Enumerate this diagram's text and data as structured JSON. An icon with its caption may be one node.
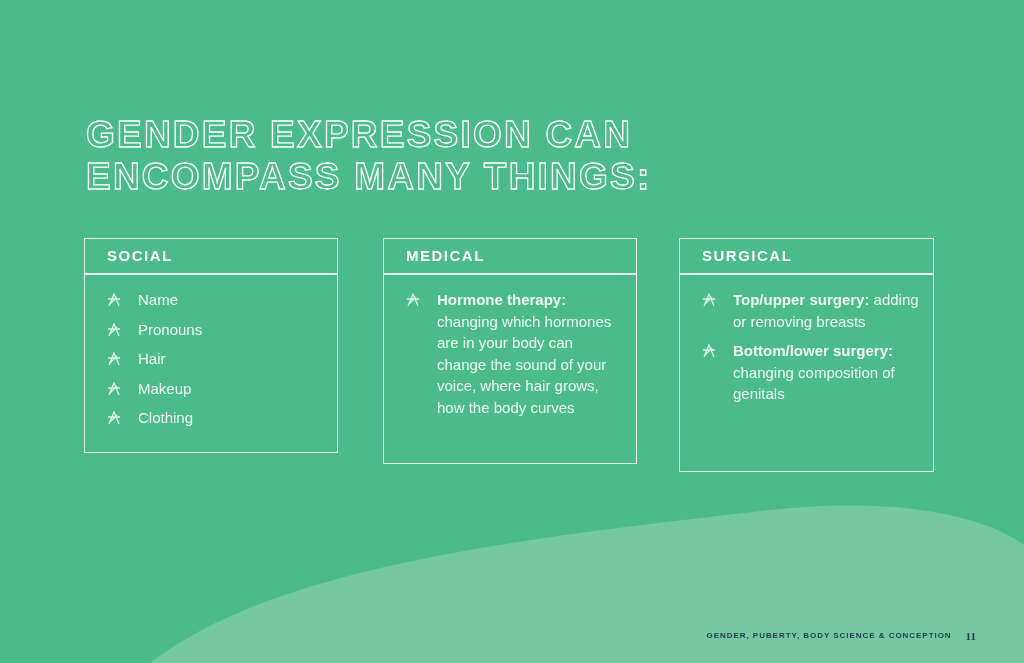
{
  "diagram": {
    "title": "GENDER EXPRESSION CAN ENCOMPASS MANY THINGS:",
    "nodes": [
      {
        "text": [
          "SOCIAL",
          "Name",
          "Pronouns",
          "Hair",
          "Makeup",
          "Clothing"
        ]
      },
      {
        "text": [
          "MEDICAL",
          "**Hormone therapy:** changing which hormones are in your body can change the sound of your voice, where hair grows, how the body curves"
        ]
      },
      {
        "text": [
          "SURGICAL",
          "**Top/upper surgery:** adding or removing breasts",
          "**Bottom/lower surgery:** changing composition of genitals"
        ]
      }
    ],
    "edges": [],
    "labels": [
      "GENDER, PUBERTY, BODY SCIENCE & CONCEPTION",
      "11"
    ]
  }
}
